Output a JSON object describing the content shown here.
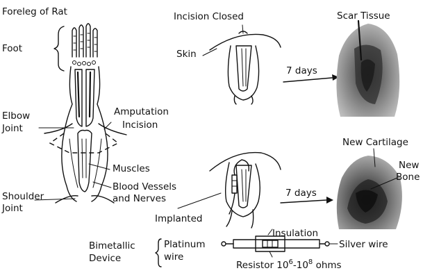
{
  "labels": {
    "foreleg_title": "Foreleg of Rat",
    "foot": "Foot",
    "elbow_line1": "Elbow",
    "elbow_line2": "Joint",
    "amputation_line1": "Amputation",
    "amputation_line2": "Incision",
    "muscles": "Muscles",
    "blood_line1": "Blood Vessels",
    "blood_line2": "and Nerves",
    "shoulder_line1": "Shoulder",
    "shoulder_line2": "Joint",
    "incision_closed": "Incision Closed",
    "skin": "Skin",
    "days_top": "7 days",
    "scar_tissue": "Scar Tissue",
    "days_bottom": "7 days",
    "new_cartilage": "New Cartilage",
    "new_bone_line1": "New",
    "new_bone_line2": "Bone",
    "implanted": "Implanted",
    "bimetallic_line1": "Bimetallic",
    "bimetallic_line2": "Device",
    "platinum_line1": "Platinum",
    "platinum_line2": "wire",
    "insulation": "Insulation",
    "silver_wire": "Silver wire",
    "resistor": "Resistor 10",
    "resistor_exp1": "6",
    "resistor_dash": "-10",
    "resistor_exp2": "8",
    "resistor_unit": " ohms"
  },
  "colors": {
    "ink": "#111111",
    "photo_bg": "#8d8d8d",
    "photo_dark": "#2a2a2a"
  }
}
